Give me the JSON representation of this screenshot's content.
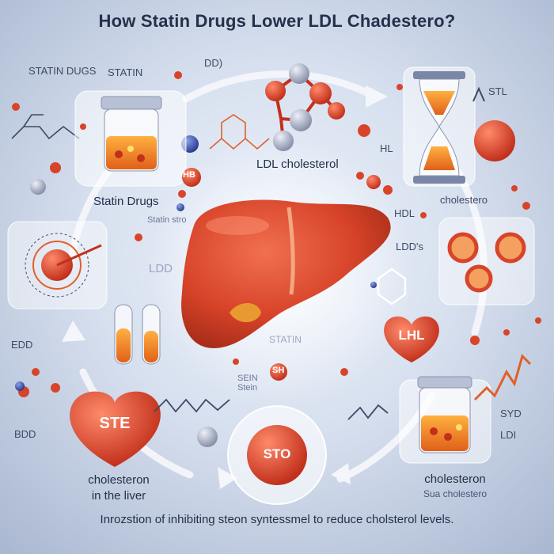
{
  "header": {
    "title": "How Statin Drugs Lower LDL Chadestero?"
  },
  "labels": {
    "statin_dugs": "STATIN DUGS",
    "statin_top": "STATIN",
    "ddd_top": "DD)",
    "ldl_cholesterol": "LDL cholesterol",
    "stl": "STL",
    "hl": "HL",
    "hb": "HB",
    "cholestero_right": "cholestero",
    "statin_drugs": "Statin Drugs",
    "statin_stro": "Statin stro",
    "hdl": "HDL",
    "ldd_right": "LDD's",
    "ldd_left": "LDD",
    "statin_mid": "STATIN",
    "edd": "EDD",
    "sein_stein": "SEIN Stein",
    "sh": "SH",
    "bdd": "BDD",
    "syd": "SYD",
    "ldi": "LDI",
    "cholesteron_liver_1": "cholesteron",
    "cholesteron_liver_2": "in the liver",
    "cholesteron_right_1": "cholesteron",
    "cholesteron_right_2": "Sua cholestero"
  },
  "badges": {
    "heart_left": "STE",
    "heart_right": "LHL",
    "circle_bottom": "STO"
  },
  "footer": {
    "caption": "Inrozstion of inhibiting steon syntessmel to reduce cholsterol levels."
  },
  "colors": {
    "accent_red": "#d8442a",
    "liver": "#d64a2a",
    "orange": "#f08a2a",
    "navy": "#25304a",
    "bg": "#c9d4e8"
  },
  "icons": [
    "liver-icon",
    "heart-icon",
    "test-tube-icon",
    "jar-icon",
    "hourglass-icon",
    "molecule-icon",
    "target-icon",
    "pill-icon",
    "cell-icon",
    "zigzag-graph-icon"
  ]
}
